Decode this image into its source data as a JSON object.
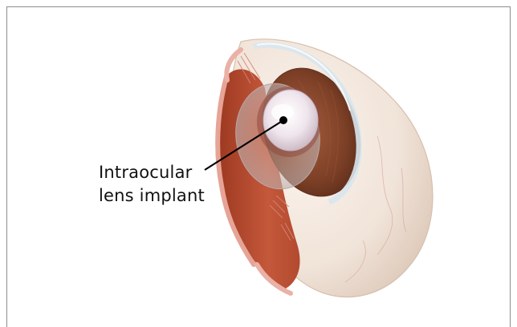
{
  "diagram": {
    "subject": "eye cross-section with intraocular lens",
    "callout": {
      "line1": "Intraocular",
      "line2": "lens implant"
    },
    "colors": {
      "sclera": "#f3e8df",
      "sclera_shadow": "#dcc9bb",
      "interior": "#b54a2c",
      "iris": "#8a4a2e",
      "lens": "#f1e9ee",
      "cornea": "#e6edf2",
      "pink_tissue": "#e7a79a",
      "leader_line": "#000000",
      "frame": "#8c8c8c"
    }
  }
}
